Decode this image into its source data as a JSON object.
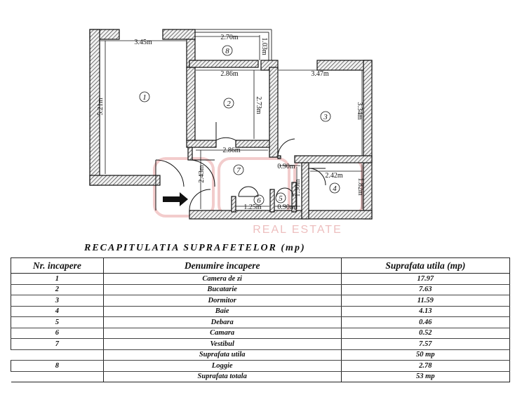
{
  "plan": {
    "dimensions": {
      "room1_width": "3.45m",
      "room1_height": "5.21m",
      "room8_width": "2.70m",
      "room8_height": "1.03m",
      "room2_top_width": "2.86m",
      "room2_height": "2.73m",
      "room3_width": "3.47m",
      "room3_height": "3.34m",
      "hall_width": "2.86m",
      "hall_height": "2.43m",
      "door_width": "0.90m",
      "room4_width": "2.42m",
      "room4_height": "1.82m",
      "closet_height": "1.30m",
      "room6_width": "1.25m",
      "room5_width": "0.90m"
    },
    "room_numbers": {
      "r1": "1",
      "r2": "2",
      "r3": "3",
      "r4": "4",
      "r5": "5",
      "r6": "6",
      "r7": "7",
      "r8": "8"
    },
    "watermark": {
      "logo": "C.G.R",
      "tagline": "REAL ESTATE"
    }
  },
  "summary": {
    "title": "RECAPITULATIA SUPRAFETELOR (mp)",
    "headers": [
      "Nr. incapere",
      "Denumire incapere",
      "Suprafata utila (mp)"
    ],
    "rooms": [
      {
        "nr": "1",
        "name": "Camera de zi",
        "area": "17.97"
      },
      {
        "nr": "2",
        "name": "Bucatarie",
        "area": "7.63"
      },
      {
        "nr": "3",
        "name": "Dormitor",
        "area": "11.59"
      },
      {
        "nr": "4",
        "name": "Baie",
        "area": "4.13"
      },
      {
        "nr": "5",
        "name": "Debara",
        "area": "0.46"
      },
      {
        "nr": "6",
        "name": "Camara",
        "area": "0.52"
      },
      {
        "nr": "7",
        "name": "Vestibul",
        "area": "7.57"
      }
    ],
    "useful_total": {
      "label": "Suprafata utila",
      "area": "50 mp"
    },
    "loggia": {
      "nr": "8",
      "name": "Loggie",
      "area": "2.78"
    },
    "grand_total": {
      "label": "Suprafata totala",
      "area": "53 mp"
    }
  }
}
